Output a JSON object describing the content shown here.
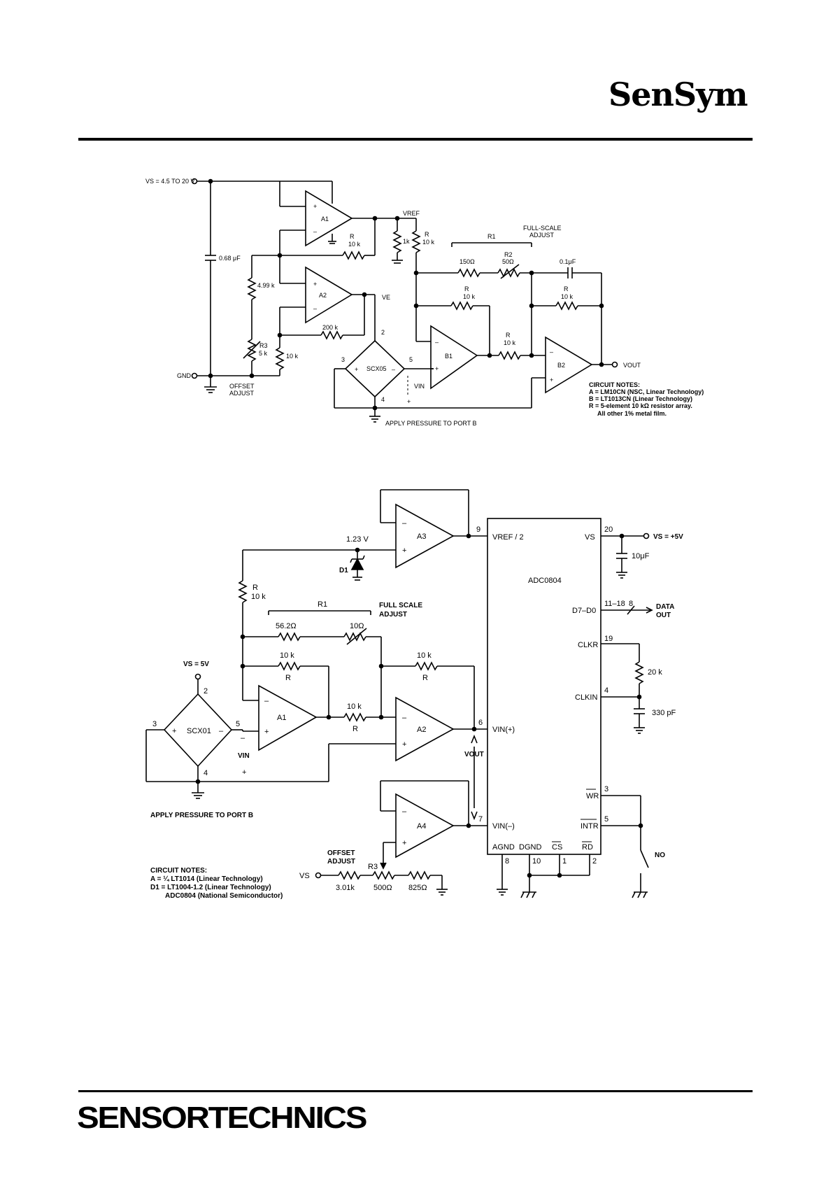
{
  "brand": {
    "top_logo": "SenSym",
    "bottom_logo": "SENSORTECHNICS"
  },
  "circuit1": {
    "vs": "VS = 4.5 TO 20 V",
    "gnd": "GND",
    "cap": "0.68 μF",
    "a1": "A1",
    "a2": "A2",
    "b1": "B1",
    "b2": "B2",
    "vref": "VREF",
    "ve": "VE",
    "r_top": "R",
    "r_top_val": "10 k",
    "r_1k": "1k",
    "r_vref": "R",
    "r_vref_val": "10 k",
    "r1": "R1",
    "fullscale": "FULL-SCALE",
    "adjust": "ADJUST",
    "r_150": "150Ω",
    "r2": "R2",
    "r2_val": "50Ω",
    "cap2": "0.1μF",
    "r_b1": "R",
    "r_b1_val": "10 k",
    "r_b2": "R",
    "r_b2_val": "10 k",
    "r_mid": "R",
    "r_mid_val": "10 k",
    "r_499": "4.99 k",
    "r_200": "200 k",
    "r3": "R3",
    "r3_val": "5 k",
    "r_10k": "10 k",
    "offset": "OFFSET",
    "offset_adj": "ADJUST",
    "sensor": "SCX05",
    "p2": "2",
    "p3": "3",
    "p4": "4",
    "p5": "5",
    "vin": "VIN",
    "vout": "VOUT",
    "apply": "APPLY PRESSURE TO PORT B",
    "notes_title": "CIRCUIT NOTES:",
    "note1": "A = LM10CN (NSC, Linear Technology)",
    "note2": "B = LT1013CN (Linear Technology)",
    "note3": "R = 5-element 10 kΩ resistor array.",
    "note4": "All other 1% metal film."
  },
  "circuit2": {
    "a1": "A1",
    "a2": "A2",
    "a3": "A3",
    "a4": "A4",
    "v123": "1.23 V",
    "d1": "D1",
    "r_top": "R",
    "r_top_val": "10 k",
    "r1": "R1",
    "fullscale": "FULL SCALE",
    "adjust": "ADJUST",
    "r_562": "56.2Ω",
    "r_10": "10Ω",
    "r_a1": "10 k",
    "r_a1_l": "R",
    "r_a2": "10 k",
    "r_a2_l": "R",
    "r_mid": "10 k",
    "r_mid_l": "R",
    "vs5": "VS = 5V",
    "sensor": "SCX01",
    "p2": "2",
    "p3": "3",
    "p4": "4",
    "p5": "5",
    "vin": "VIN",
    "vout": "VOUT",
    "apply": "APPLY PRESSURE TO PORT B",
    "notes_title": "CIRCUIT NOTES:",
    "note1": "A = ¼ LT1014 (Linear Technology)",
    "note2": "D1 = LT1004-1.2 (Linear Technology)",
    "note3": "ADC0804 (National Semiconductor)",
    "chip": "ADC0804",
    "vref2": "VREF / 2",
    "vs_pin": "VS",
    "d7d0": "D7–D0",
    "clkr": "CLKR",
    "clkin": "CLKIN",
    "vinp": "VIN(+)",
    "vinm": "VIN(–)",
    "wr": "WR",
    "intr": "INTR",
    "agnd": "AGND",
    "dgnd": "DGND",
    "cs": "CS",
    "rd": "RD",
    "pin9": "9",
    "pin20": "20",
    "pin1118": "11–18",
    "pin8b": "8",
    "pin19": "19",
    "pin4": "4",
    "pin6": "6",
    "pin7": "7",
    "pin3": "3",
    "pin5": "5",
    "pin8": "8",
    "pin10": "10",
    "pin1": "1",
    "pin2": "2",
    "vsplus": "VS = +5V",
    "cap10": "10μF",
    "data": "DATA",
    "out": "OUT",
    "r20k": "20 k",
    "c330": "330 pF",
    "no": "NO",
    "offset": "OFFSET",
    "offset_adj": "ADJUST",
    "vs_off": "VS",
    "r3": "R3",
    "r_301": "3.01k",
    "r_500": "500Ω",
    "r_825": "825Ω"
  }
}
